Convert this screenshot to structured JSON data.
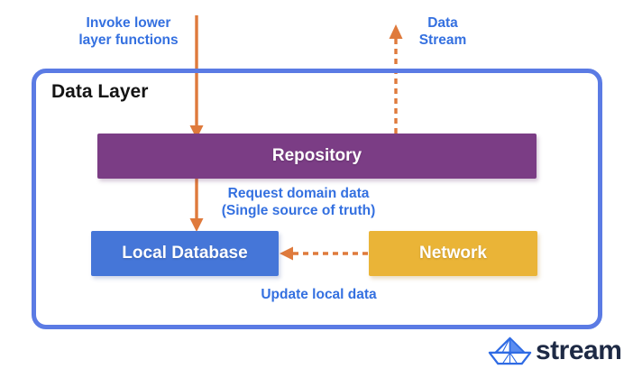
{
  "colors": {
    "accent_orange": "#df7a3c",
    "frame_blue": "#5b7be4",
    "label_blue": "#3470e0",
    "repository_purple": "#7b3d85",
    "database_blue": "#4576d8",
    "network_gold": "#eab437",
    "brand_navy": "#1e2a45",
    "title_black": "#141414",
    "boat_blue": "#2f6be4"
  },
  "frame": {
    "title": "Data Layer"
  },
  "boxes": {
    "repository": "Repository",
    "local_database": "Local Database",
    "network": "Network"
  },
  "annotations": {
    "invoke": "Invoke lower\nlayer functions",
    "data_stream": "Data\nStream",
    "request": "Request domain data\n(Single source of truth)",
    "update": "Update local data"
  },
  "arrows": [
    {
      "name": "invoke-call-arrow",
      "style": "solid",
      "direction": "down"
    },
    {
      "name": "data-stream-arrow",
      "style": "dashed",
      "direction": "up"
    },
    {
      "name": "request-domain-arrow",
      "style": "solid",
      "direction": "down"
    },
    {
      "name": "update-local-arrow",
      "style": "dashed",
      "direction": "left"
    }
  ],
  "logo": {
    "brand": "stream",
    "icon": "paper-boat-icon"
  }
}
